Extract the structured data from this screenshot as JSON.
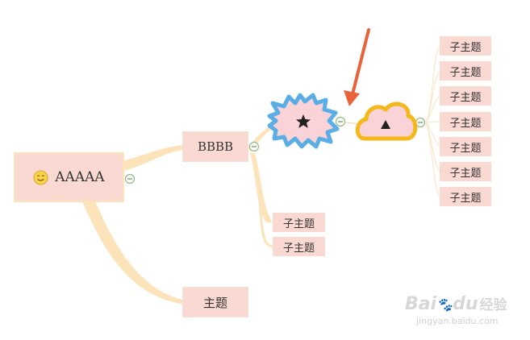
{
  "mindmap": {
    "root": {
      "label": "AAAAA",
      "icon": "smiley-icon"
    },
    "topics": [
      {
        "label": "BBBB"
      },
      {
        "label": "主题"
      }
    ],
    "bbbb_subtopics": [
      "子主题",
      "子主题"
    ],
    "star_node": {
      "icon": "star-icon",
      "shape": "splash",
      "fill": "#f9d3d8",
      "outline": "#5aaee5"
    },
    "cloud_node": {
      "icon": "triangle-icon",
      "shape": "cloud",
      "fill": "#f9d3d8",
      "outline": "#f5b81b"
    },
    "cloud_subtopics": [
      "子主题",
      "子主题",
      "子主题",
      "子主题",
      "子主题",
      "子主题",
      "子主题"
    ],
    "arrow_color": "#e8623a",
    "branch_color": "#fde3b9"
  },
  "watermark": {
    "brand": "Bai",
    "brand_suffix": "du",
    "cn": "经验",
    "url": "jingyan.baidu.com"
  }
}
